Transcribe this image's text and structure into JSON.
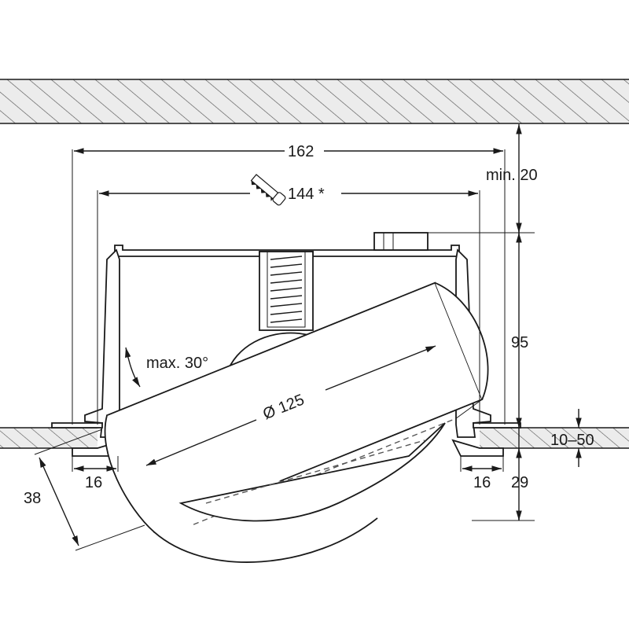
{
  "dimensions": {
    "width_outer": "162",
    "width_cutout": "144 *",
    "min_clearance": "min. 20",
    "height": "95",
    "ceiling_thickness": "10–50",
    "flange_left": "16",
    "flange_right": "16",
    "below_ceiling": "29",
    "tilt_offset": "38",
    "diameter": "Ø 125",
    "tilt_angle": "max. 30°"
  },
  "icons": {
    "saw": "saw-icon"
  }
}
